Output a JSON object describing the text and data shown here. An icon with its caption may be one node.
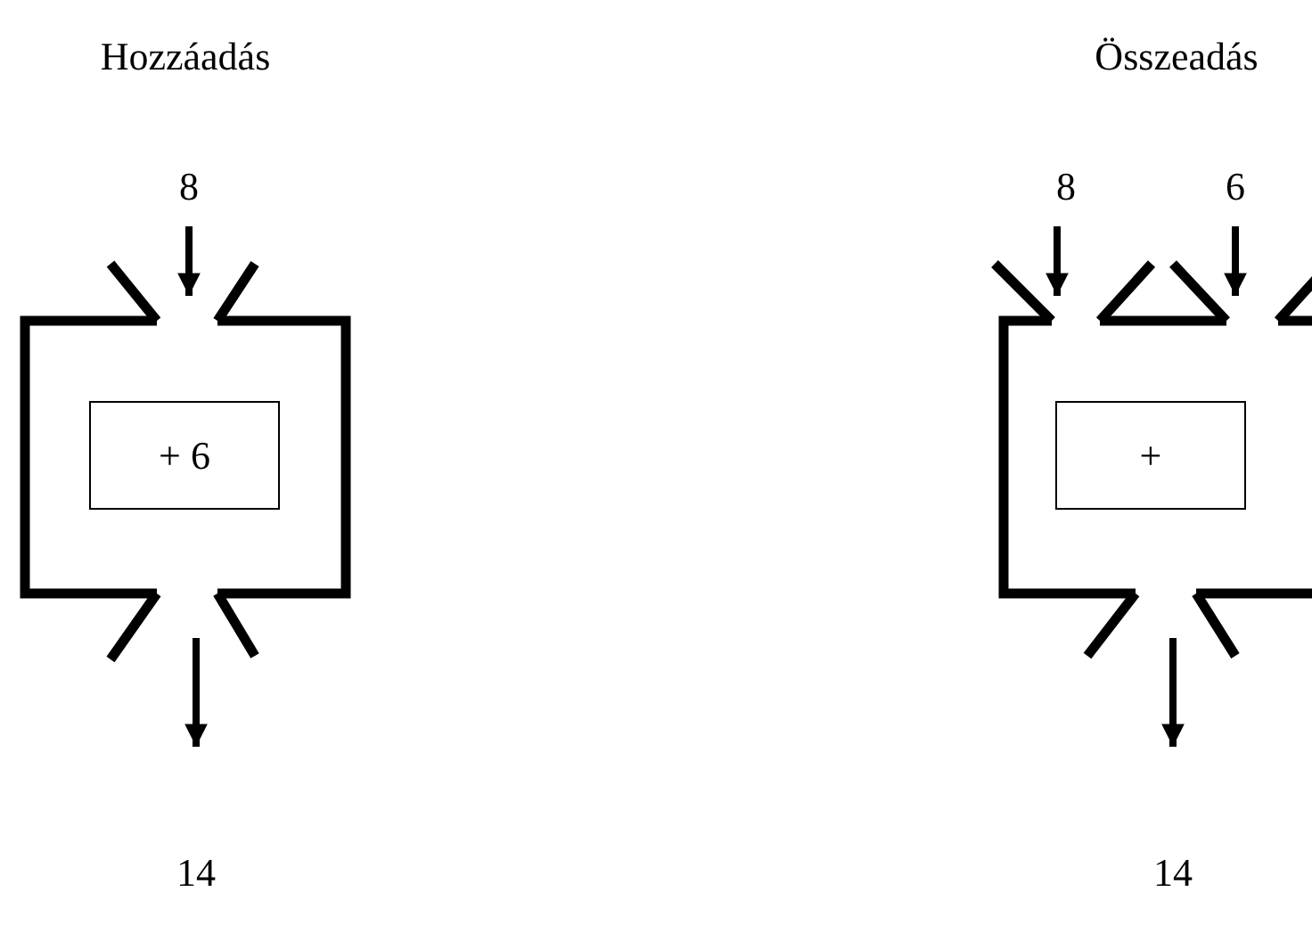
{
  "diagram": {
    "nodes": [
      {
        "text": [],
        "shape": "box"
      },
      {
        "text": [
          "+ 6"
        ],
        "in": 0
      },
      {
        "text": [
          "8"
        ]
      },
      {
        "text": [
          "14"
        ]
      },
      {
        "text": [],
        "shape": "box"
      },
      {
        "text": [
          "+"
        ],
        "in": 4
      },
      {
        "text": [
          "8"
        ]
      },
      {
        "text": [
          "6"
        ]
      },
      {
        "text": [
          "14"
        ]
      }
    ],
    "edges": [
      {
        "from": 2,
        "to": 0,
        "arrow": "to"
      },
      {
        "from": 0,
        "to": 3,
        "arrow": "to"
      },
      {
        "from": 6,
        "to": 4,
        "arrow": "to"
      },
      {
        "from": 7,
        "to": 4,
        "arrow": "to"
      },
      {
        "from": 4,
        "to": 8,
        "arrow": "to"
      }
    ],
    "labels": [
      "Hozzáadás",
      "Összeadás"
    ]
  }
}
